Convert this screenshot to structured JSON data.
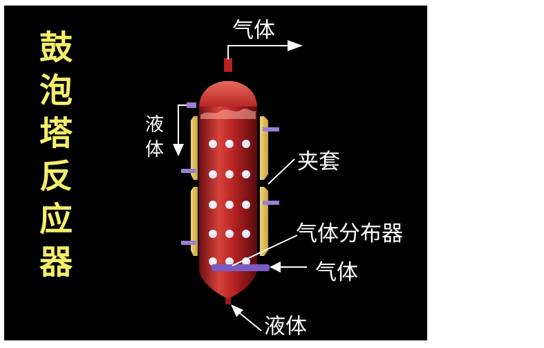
{
  "title_chars": [
    "鼓",
    "泡",
    "塔",
    "反",
    "应",
    "器"
  ],
  "labels": {
    "gas_out": "气体",
    "liquid_in_line1": "液",
    "liquid_in_line2": "体",
    "jacket": "夹套",
    "gas_distributor": "气体分布器",
    "gas_in": "气体",
    "liquid_out": "液体"
  },
  "colors": {
    "background": "#000000",
    "title": "#f4f06a",
    "vessel": "#b52222",
    "jacket": "#e3c35e",
    "bubble": "#ffffff",
    "pipe": "#7a5bc4"
  }
}
